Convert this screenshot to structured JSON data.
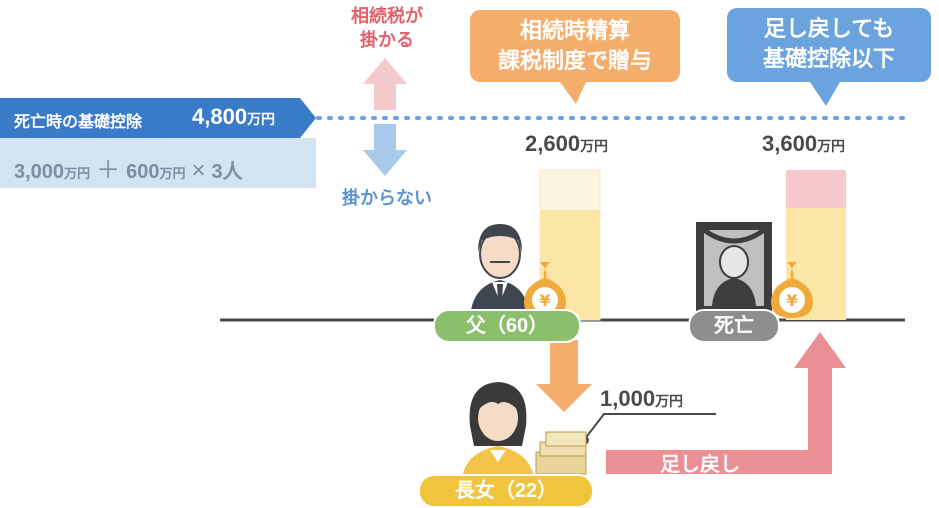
{
  "deduction": {
    "label": "死亡時の基礎控除",
    "amount": "4,800",
    "amount_unit": "万円",
    "formula_a": "3,000",
    "formula_a_unit": "万円",
    "plus": "＋",
    "formula_b": "600",
    "formula_b_unit": "万円",
    "times": "×",
    "formula_c": "3人"
  },
  "tax_arrows": {
    "taxed": "相続税が\n掛かる",
    "not_taxed": "掛からない"
  },
  "callouts": {
    "settlement": "相続時精算\n課税制度で贈与",
    "below_deduction": "足し戻しても\n基礎控除以下"
  },
  "amounts": {
    "father": "2,600",
    "death": "3,600",
    "daughter": "1,000",
    "unit": "万円"
  },
  "people": {
    "father": "父（60）",
    "death": "死亡",
    "daughter": "長女（22）"
  },
  "flows": {
    "return_label": "足し戻し"
  },
  "colors": {
    "deduction_blue": "#3a7bc8",
    "deduction_light": "#d4e3f1",
    "taxed_red": "#e0626a",
    "not_taxed_blue": "#5b94d1",
    "gift_orange": "#f5ad6b",
    "return_pink": "#ea8f93",
    "bar_yellow": "#fbe6a8",
    "bar_pink": "#f5c9c9"
  }
}
